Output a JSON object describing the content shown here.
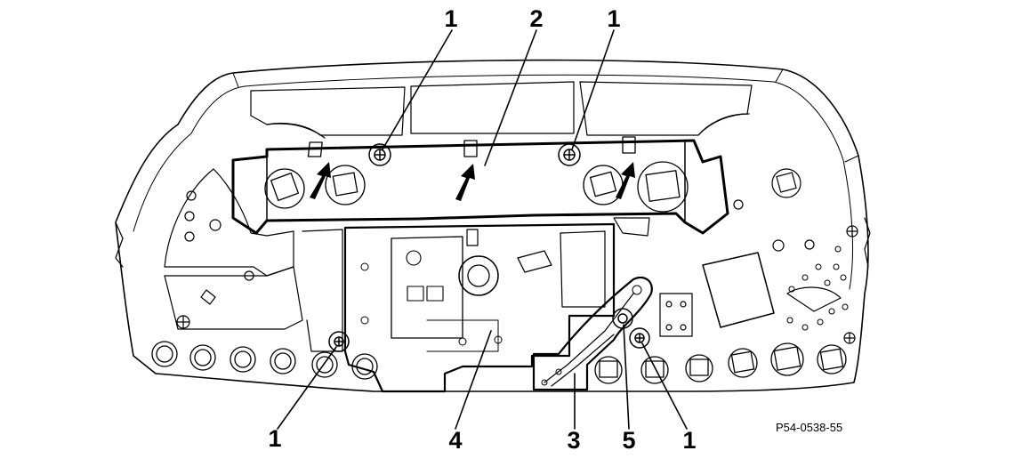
{
  "diagram": {
    "callouts": {
      "screw_top_left": "1",
      "cover_strip": "2",
      "screw_top_right": "1",
      "screw_bottom_left": "1",
      "main_board": "4",
      "flex_circuit": "3",
      "lamp_socket": "5",
      "screw_bottom_right": "1"
    },
    "reference_code": "P54-0538-55",
    "line_color": "#000000",
    "background_color": "#ffffff"
  }
}
